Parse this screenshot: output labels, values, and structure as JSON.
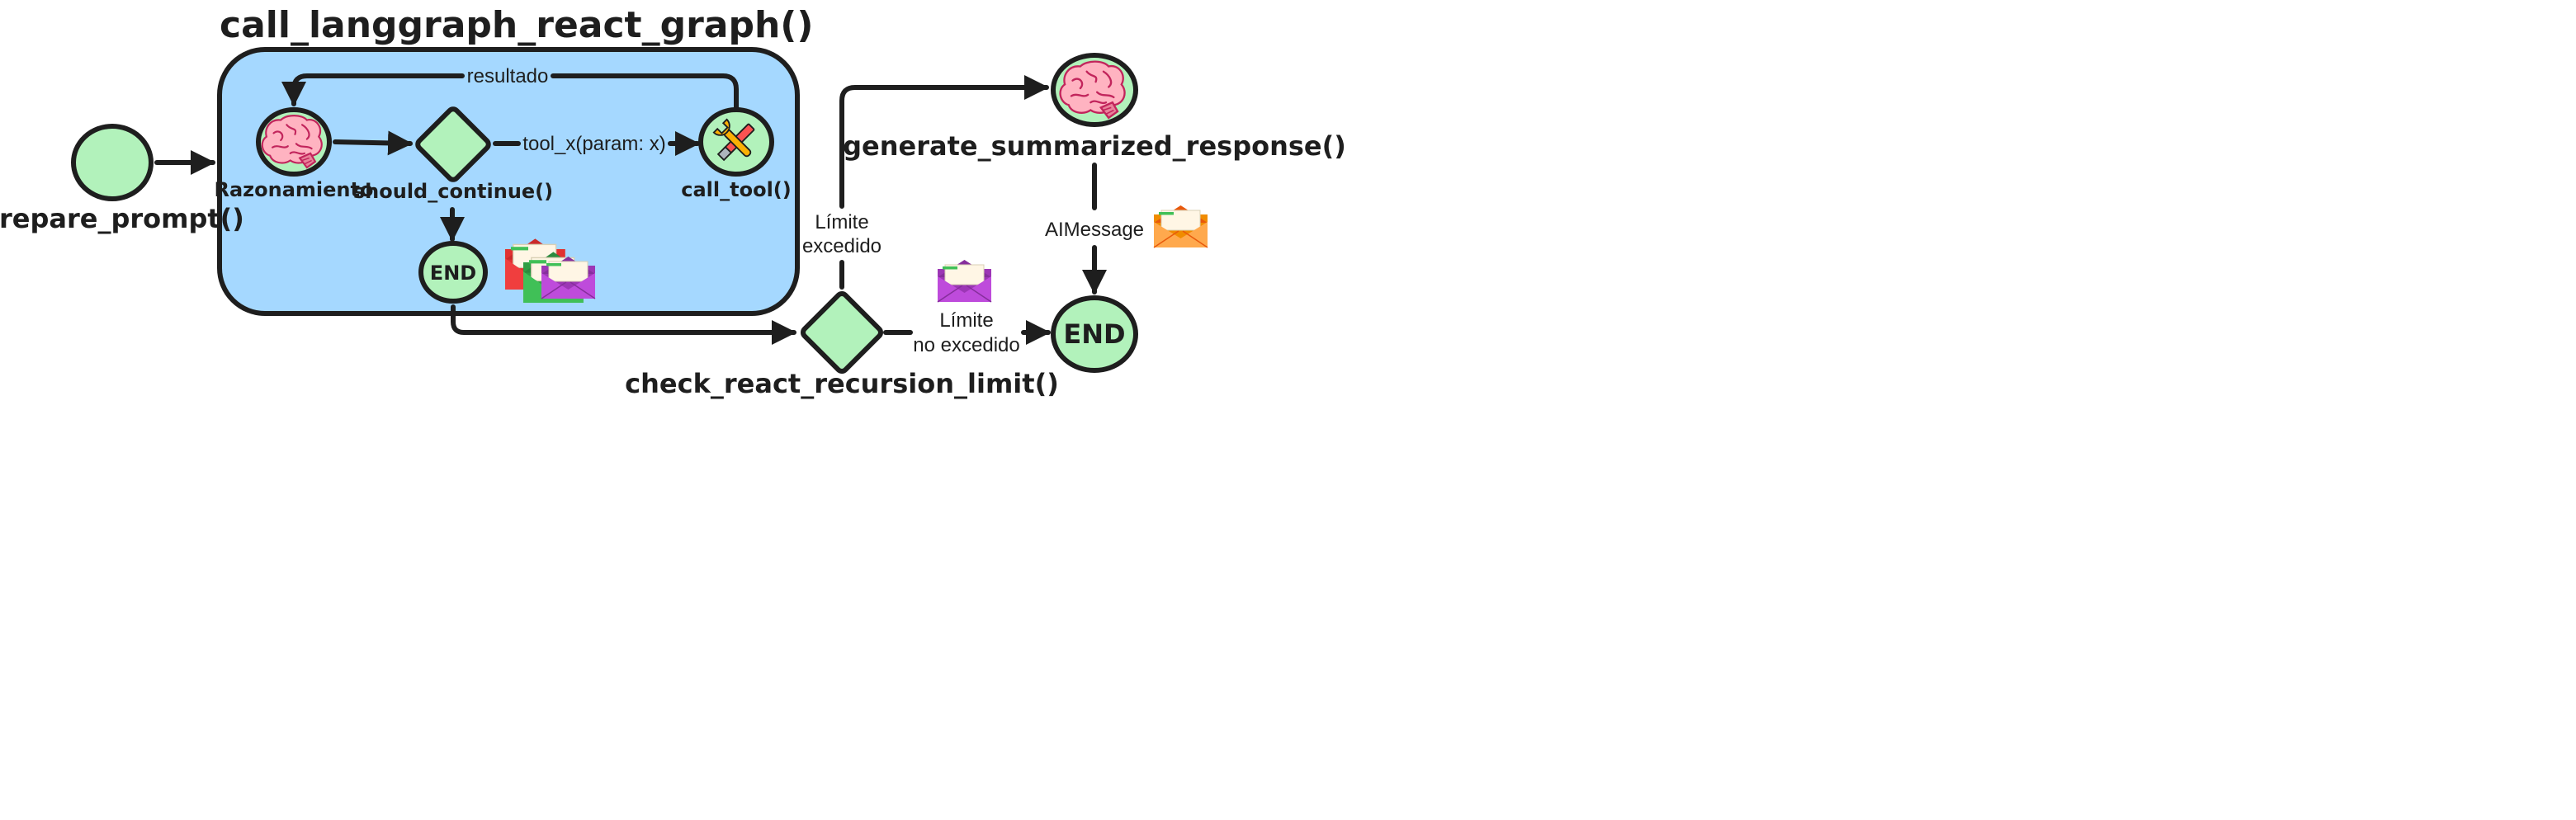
{
  "group": {
    "title": "call_langgraph_react_graph()"
  },
  "nodes": {
    "prepare": "prepare_prompt()",
    "reasoning": "Razonamiento",
    "should_continue": "should_continue()",
    "call_tool": "call_tool()",
    "inner_end": "END",
    "check_limit": "check_react_recursion_limit()",
    "summarize": "generate_summarized_response()",
    "final_end": "END"
  },
  "edges": {
    "resultado": "resultado",
    "tool_call": "tool_x(param: x)",
    "limit_exceeded_1": "Límite",
    "limit_exceeded_2": "excedido",
    "limit_not_exceeded_1": "Límite",
    "limit_not_exceeded_2": "no excedido",
    "ai_message": "AIMessage"
  },
  "colors": {
    "group_fill": "#a5d8ff",
    "node_fill": "#b2f2bb",
    "stroke": "#1e1e1e"
  },
  "icons": [
    "brain-icon",
    "tools-icon",
    "envelope-icon"
  ]
}
